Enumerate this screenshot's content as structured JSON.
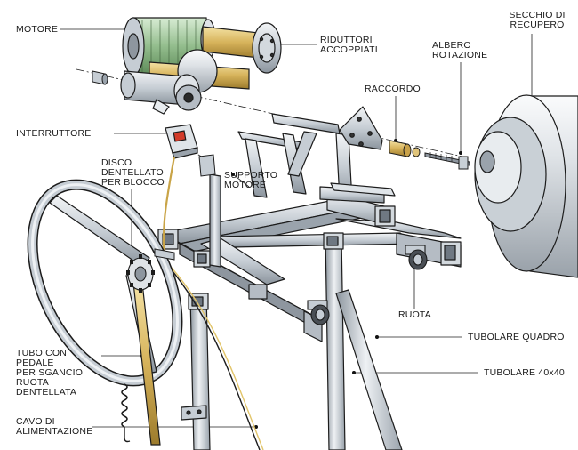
{
  "labels": {
    "motore": "MOTORE",
    "riduttori": "RIDUTTORI\nACCOPPIATI",
    "secchio": "SECCHIO DI\nRECUPERO",
    "albero": "ALBERO\nROTAZIONE",
    "raccordo": "RACCORDO",
    "interruttore": "INTERRUTTORE",
    "disco": "DISCO\nDENTELLATO\nPER BLOCCO",
    "supporto": "SUPPORTO\nMOTORE",
    "ruota": "RUOTA",
    "tubolare_quadro": "TUBOLARE QUADRO",
    "tubolare_4040": "TUBOLARE 40x40",
    "tubo_pedale": "TUBO CON\nPEDALE\nPER SGANCIO\nRUOTA\nDENTELLATA",
    "cavo": "CAVO DI\nALIMENTAZIONE"
  },
  "colors": {
    "metal_light": "#e4e8ec",
    "metal_mid": "#b9c0c8",
    "metal_dark": "#7e8791",
    "outline": "#1c1c1c",
    "motor_green": "#9fc49a",
    "brass": "#d9b862",
    "switch_red": "#d23b2a",
    "cable_yellow": "#e2c56a"
  }
}
